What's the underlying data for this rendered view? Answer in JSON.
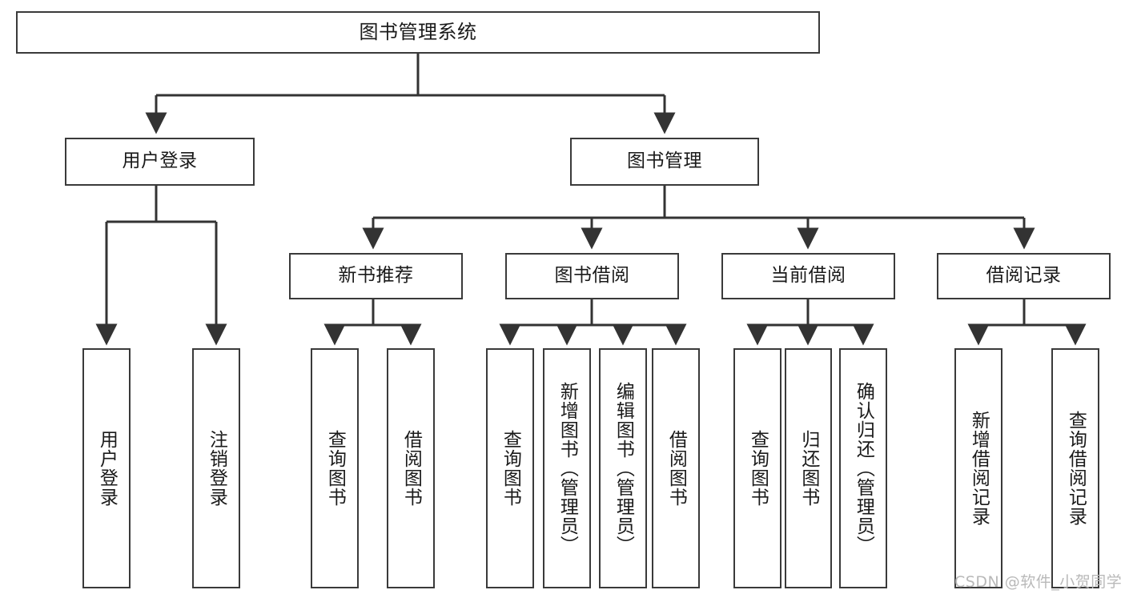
{
  "diagram": {
    "title": "图书管理系统",
    "type": "tree-structure-chart",
    "colors": {
      "box_border": "#3a3a3a",
      "box_fill": "#ffffff",
      "edge": "#333333",
      "text": "#1a1a1a",
      "watermark": "#b9b9b9",
      "canvas": "#ffffff"
    },
    "watermark": "CSDN @软件_小贺同学",
    "levels": {
      "root": {
        "label": "图书管理系统"
      },
      "level2": [
        {
          "id": "user-login",
          "label": "用户登录"
        },
        {
          "id": "book-management",
          "label": "图书管理"
        }
      ],
      "level3": [
        {
          "id": "new-book-recommend",
          "label": "新书推荐",
          "parent": "book-management"
        },
        {
          "id": "book-borrow",
          "label": "图书借阅",
          "parent": "book-management"
        },
        {
          "id": "current-borrow",
          "label": "当前借阅",
          "parent": "book-management"
        },
        {
          "id": "borrow-record",
          "label": "借阅记录",
          "parent": "book-management"
        }
      ],
      "leaves": {
        "user-login": [
          {
            "id": "leaf-user-login",
            "label": "用户登录"
          },
          {
            "id": "leaf-logout-login",
            "label": "注销登录"
          }
        ],
        "new-book-recommend": [
          {
            "id": "leaf-query-book-1",
            "label": "查询图书"
          },
          {
            "id": "leaf-borrow-book-1",
            "label": "借阅图书"
          }
        ],
        "book-borrow": [
          {
            "id": "leaf-query-book-2",
            "label": "查询图书"
          },
          {
            "id": "leaf-add-book",
            "label": "新增图书（管理员）"
          },
          {
            "id": "leaf-edit-book",
            "label": "编辑图书（管理员）"
          },
          {
            "id": "leaf-borrow-book-2",
            "label": "借阅图书"
          }
        ],
        "current-borrow": [
          {
            "id": "leaf-query-book-3",
            "label": "查询图书"
          },
          {
            "id": "leaf-return-book",
            "label": "归还图书"
          },
          {
            "id": "leaf-confirm-return",
            "label": "确认归还（管理员）"
          }
        ],
        "borrow-record": [
          {
            "id": "leaf-add-record",
            "label": "新增借阅记录"
          },
          {
            "id": "leaf-query-record",
            "label": "查询借阅记录"
          }
        ]
      }
    }
  }
}
